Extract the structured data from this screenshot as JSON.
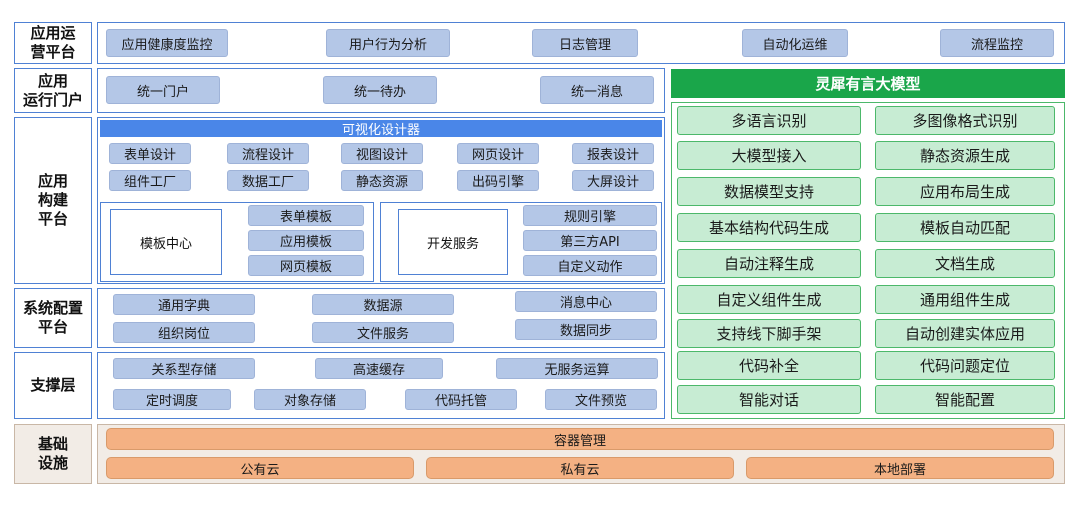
{
  "rows": {
    "ops_platform": "应用运\n营平台",
    "runtime_portal": "应用\n运行门户",
    "build_platform": "应用\n构建\n平台",
    "config_platform": "系统配置\n平台",
    "support_layer": "支撑层",
    "infrastructure": "基础\n设施"
  },
  "ops": [
    "应用健康度监控",
    "用户行为分析",
    "日志管理",
    "自动化运维",
    "流程监控"
  ],
  "portal": [
    "统一门户",
    "统一待办",
    "统一消息"
  ],
  "designer": {
    "title": "可视化设计器",
    "items": [
      "表单设计",
      "流程设计",
      "视图设计",
      "网页设计",
      "报表设计",
      "组件工厂",
      "数据工厂",
      "静态资源",
      "出码引擎",
      "大屏设计"
    ]
  },
  "template_center": {
    "label": "模板中心",
    "items": [
      "表单模板",
      "应用模板",
      "网页模板"
    ]
  },
  "dev_service": {
    "label": "开发服务",
    "items": [
      "规则引擎",
      "第三方API",
      "自定义动作"
    ]
  },
  "config": [
    "通用字典",
    "数据源",
    "消息中心",
    "组织岗位",
    "文件服务",
    "数据同步"
  ],
  "support": [
    "关系型存储",
    "高速缓存",
    "无服务运算",
    "定时调度",
    "对象存储",
    "代码托管",
    "文件预览"
  ],
  "infra": {
    "container": "容器管理",
    "clouds": [
      "公有云",
      "私有云",
      "本地部署"
    ]
  },
  "model": {
    "title": "灵犀有言大模型",
    "capabilities": [
      "多语言识别",
      "多图像格式识别",
      "大模型接入",
      "静态资源生成",
      "数据模型支持",
      "应用布局生成",
      "基本结构代码生成",
      "模板自动匹配",
      "自动注释生成",
      "文档生成",
      "自定义组件生成",
      "通用组件生成",
      "支持线下脚手架",
      "自动创建实体应用",
      "代码补全",
      "代码问题定位",
      "智能对话",
      "智能配置"
    ]
  },
  "colors": {
    "border_blue": "#4f81d4",
    "chip_blue": "#b4c7e7",
    "title_blue": "#4a86e8",
    "model_green": "#1aa64a",
    "chip_green": "#c7ecd3",
    "chip_orange": "#f4b183"
  }
}
